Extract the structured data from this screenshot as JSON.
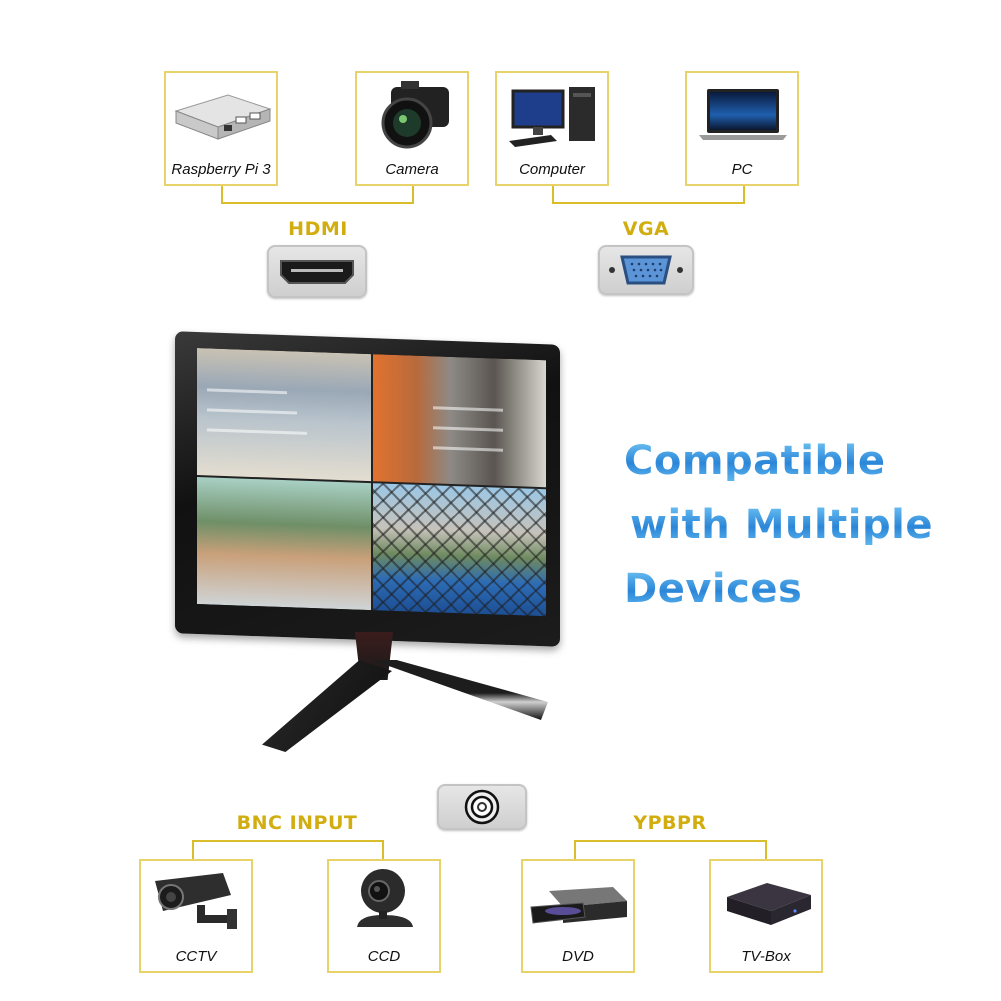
{
  "headline": {
    "line1": "Compatible",
    "line2": "with Multiple",
    "line3": "Devices",
    "color_top": "#6cc1f2",
    "color_bottom": "#2b86d8"
  },
  "accent_color": "#d2ad10",
  "box_border_color": "#e8d36a",
  "top_groups": [
    {
      "port": "HDMI",
      "devices": [
        {
          "label": "Raspberry Pi 3",
          "icon": "raspberry-pi-case-icon"
        },
        {
          "label": "Camera",
          "icon": "camera-icon"
        }
      ]
    },
    {
      "port": "VGA",
      "devices": [
        {
          "label": "Computer",
          "icon": "desktop-computer-icon"
        },
        {
          "label": "PC",
          "icon": "laptop-icon"
        }
      ]
    }
  ],
  "bottom_groups": [
    {
      "port": "BNC INPUT",
      "devices": [
        {
          "label": "CCTV",
          "icon": "cctv-camera-icon"
        },
        {
          "label": "CCD",
          "icon": "webcam-icon"
        }
      ]
    },
    {
      "port": "YPBPR",
      "devices": [
        {
          "label": "DVD",
          "icon": "dvd-drive-icon"
        },
        {
          "label": "TV-Box",
          "icon": "tv-box-icon"
        }
      ]
    }
  ],
  "monitor": {
    "screen_feeds": [
      "store-aisle",
      "shop-interior",
      "lobby",
      "basketball-court-fence"
    ]
  }
}
